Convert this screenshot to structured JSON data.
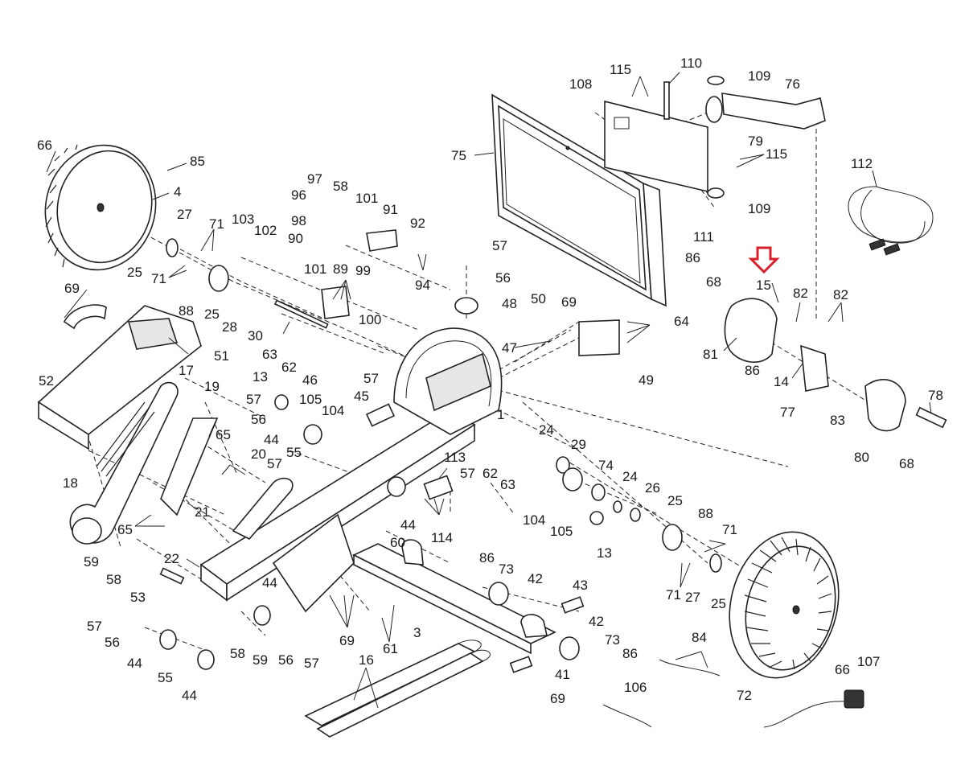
{
  "diagram": {
    "highlight_color": "#d8202a",
    "highlighted_part": "15",
    "labels": [
      "66",
      "85",
      "4",
      "27",
      "71",
      "25",
      "71",
      "88",
      "25",
      "28",
      "30",
      "69",
      "52",
      "51",
      "17",
      "19",
      "18",
      "65",
      "65",
      "20",
      "21",
      "22",
      "59",
      "58",
      "53",
      "57",
      "56",
      "44",
      "55",
      "44",
      "58",
      "59",
      "56",
      "57",
      "44",
      "69",
      "103",
      "102",
      "97",
      "96",
      "58",
      "101",
      "98",
      "90",
      "101",
      "89",
      "91",
      "92",
      "94",
      "99",
      "100",
      "63",
      "62",
      "46",
      "57",
      "13",
      "57",
      "105",
      "104",
      "45",
      "56",
      "44",
      "55",
      "57",
      "110",
      "115",
      "108",
      "109",
      "76",
      "79",
      "115",
      "75",
      "109",
      "111",
      "86",
      "57",
      "56",
      "48",
      "50",
      "69",
      "47",
      "64",
      "49",
      "1",
      "112",
      "68",
      "15",
      "82",
      "82",
      "81",
      "86",
      "14",
      "77",
      "83",
      "80",
      "78",
      "68",
      "24",
      "29",
      "74",
      "24",
      "26",
      "25",
      "88",
      "71",
      "71",
      "27",
      "25",
      "113",
      "57",
      "62",
      "63",
      "104",
      "105",
      "13",
      "114",
      "60",
      "44",
      "86",
      "73",
      "42",
      "43",
      "42",
      "73",
      "86",
      "41",
      "69",
      "61",
      "3",
      "16",
      "84",
      "106",
      "66",
      "72",
      "107"
    ]
  }
}
